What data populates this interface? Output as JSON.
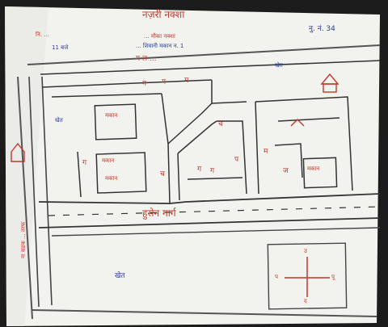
{
  "header": {
    "title": "नज़री नक्शा",
    "number": "नु. नं. 34",
    "left_line1": "नि. ...",
    "left_line2": "11 बजे",
    "center_line1": "... मौका नक्शा",
    "center_line2": "... शिवानी मकान न. 1"
  },
  "labels": {
    "road_top": "ग ल ...",
    "khet_top_right": "खेत",
    "khet_left": "खेत",
    "khet_bottom": "खेत",
    "main_road": "हुसेन गार्ग",
    "road_left_vertical": "ना सडक ... तरफ",
    "house_a": "मकान",
    "house_b": "मकान",
    "house_c": "मकान",
    "house_d": "मकान",
    "symbol_ga": "ग",
    "symbol_cha": "च",
    "symbol_ma": "म",
    "symbol_pa": "प",
    "symbol_ja": "ज"
  },
  "compass": {
    "north": "उ",
    "south": "द",
    "east": "पू",
    "west": "प"
  },
  "colors": {
    "paper": "#f2f2ef",
    "ink_blue": "#2c3e8f",
    "ink_red": "#c0392b",
    "pencil": "#555555"
  }
}
